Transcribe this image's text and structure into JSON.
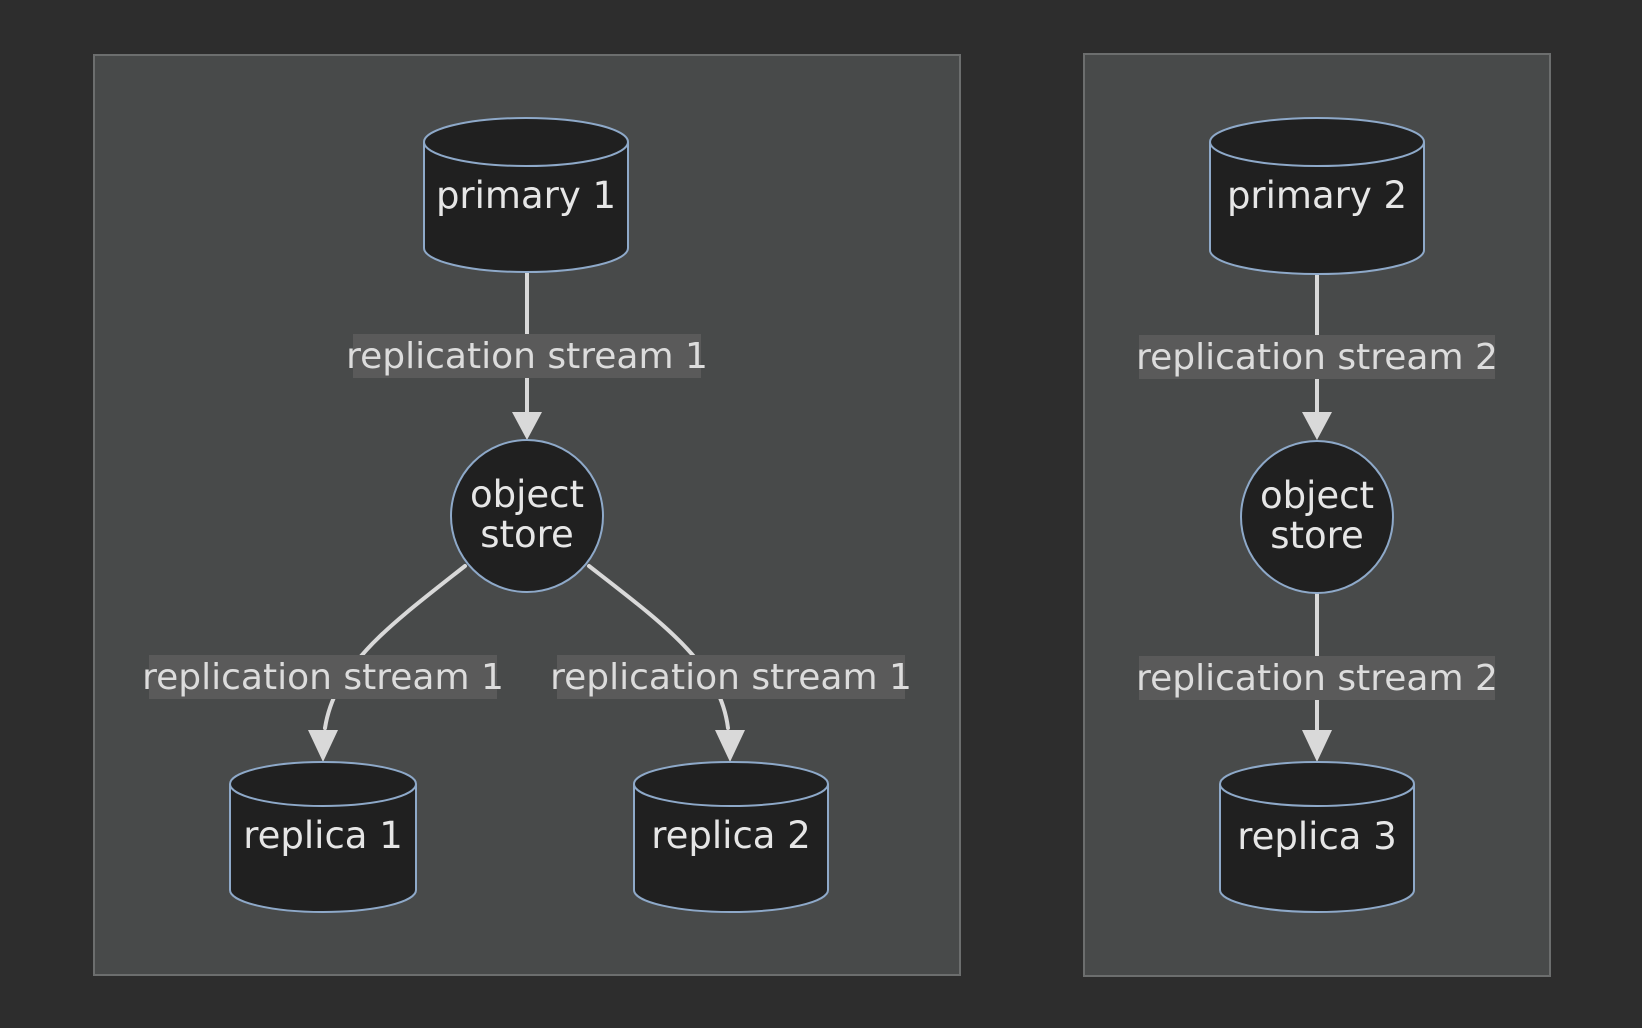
{
  "diagram": {
    "clusters": [
      {
        "nodes": {
          "primary": "primary 1",
          "store_line1": "object",
          "store_line2": "store",
          "replica_a": "replica 1",
          "replica_b": "replica 2"
        },
        "edges": {
          "primary_to_store": "replication stream 1",
          "store_to_replica_a": "replication stream 1",
          "store_to_replica_b": "replication stream 1"
        }
      },
      {
        "nodes": {
          "primary": "primary 2",
          "store_line1": "object",
          "store_line2": "store",
          "replica_a": "replica 3"
        },
        "edges": {
          "primary_to_store": "replication stream 2",
          "store_to_replica_a": "replication stream 2"
        }
      }
    ],
    "colors": {
      "background": "#2d2d2d",
      "cluster_fill": "#484a4a",
      "node_fill": "#202020",
      "node_stroke": "#8ea9c9",
      "edge": "#d9d9d9",
      "edge_label_bg": "#5a5a5a"
    }
  }
}
